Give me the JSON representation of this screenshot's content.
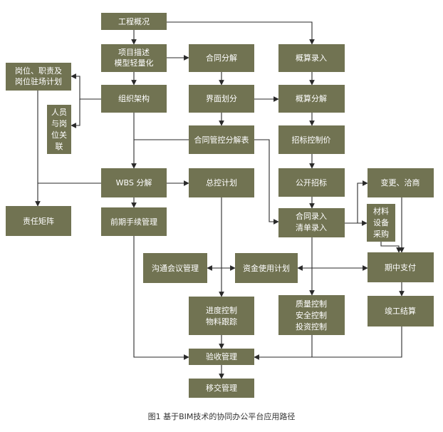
{
  "nodes": {
    "overview": "工程概况",
    "project_desc": [
      "项目描述",
      "模型轻量化"
    ],
    "contract_split": "合同分解",
    "budget_entry": "概算录入",
    "positions": [
      "岗位、职责及",
      "岗位驻场计划"
    ],
    "org": "组织架构",
    "interface": "界面划分",
    "budget_split": "概算分解",
    "personnel": [
      "人员",
      "与岗",
      "位关",
      "联"
    ],
    "contract_table": "合同管控分解表",
    "bid_price": "招标控制价",
    "wbs": "WBS 分解",
    "master_plan": "总控计划",
    "public_bid": "公开招标",
    "change": "变更、洽商",
    "responsibility": "责任矩阵",
    "pre_proc": "前期手续管理",
    "contract_entry": [
      "合同录入",
      "清单录入"
    ],
    "materials": [
      "材料",
      "设备",
      "采购"
    ],
    "comm": "沟通会议管理",
    "fund_plan": "资金使用计划",
    "interim_pay": "期中支付",
    "progress": [
      "进度控制",
      "物料跟踪"
    ],
    "quality": [
      "质量控制",
      "安全控制",
      "投资控制"
    ],
    "final": "竣工结算",
    "acceptance": "验收管理",
    "handover": "移交管理"
  },
  "caption": "图1 基于BIM技术的协同办公平台应用路径",
  "colors": {
    "box": "#717352",
    "text": "#ffffff",
    "line": "#2a2a2a"
  }
}
